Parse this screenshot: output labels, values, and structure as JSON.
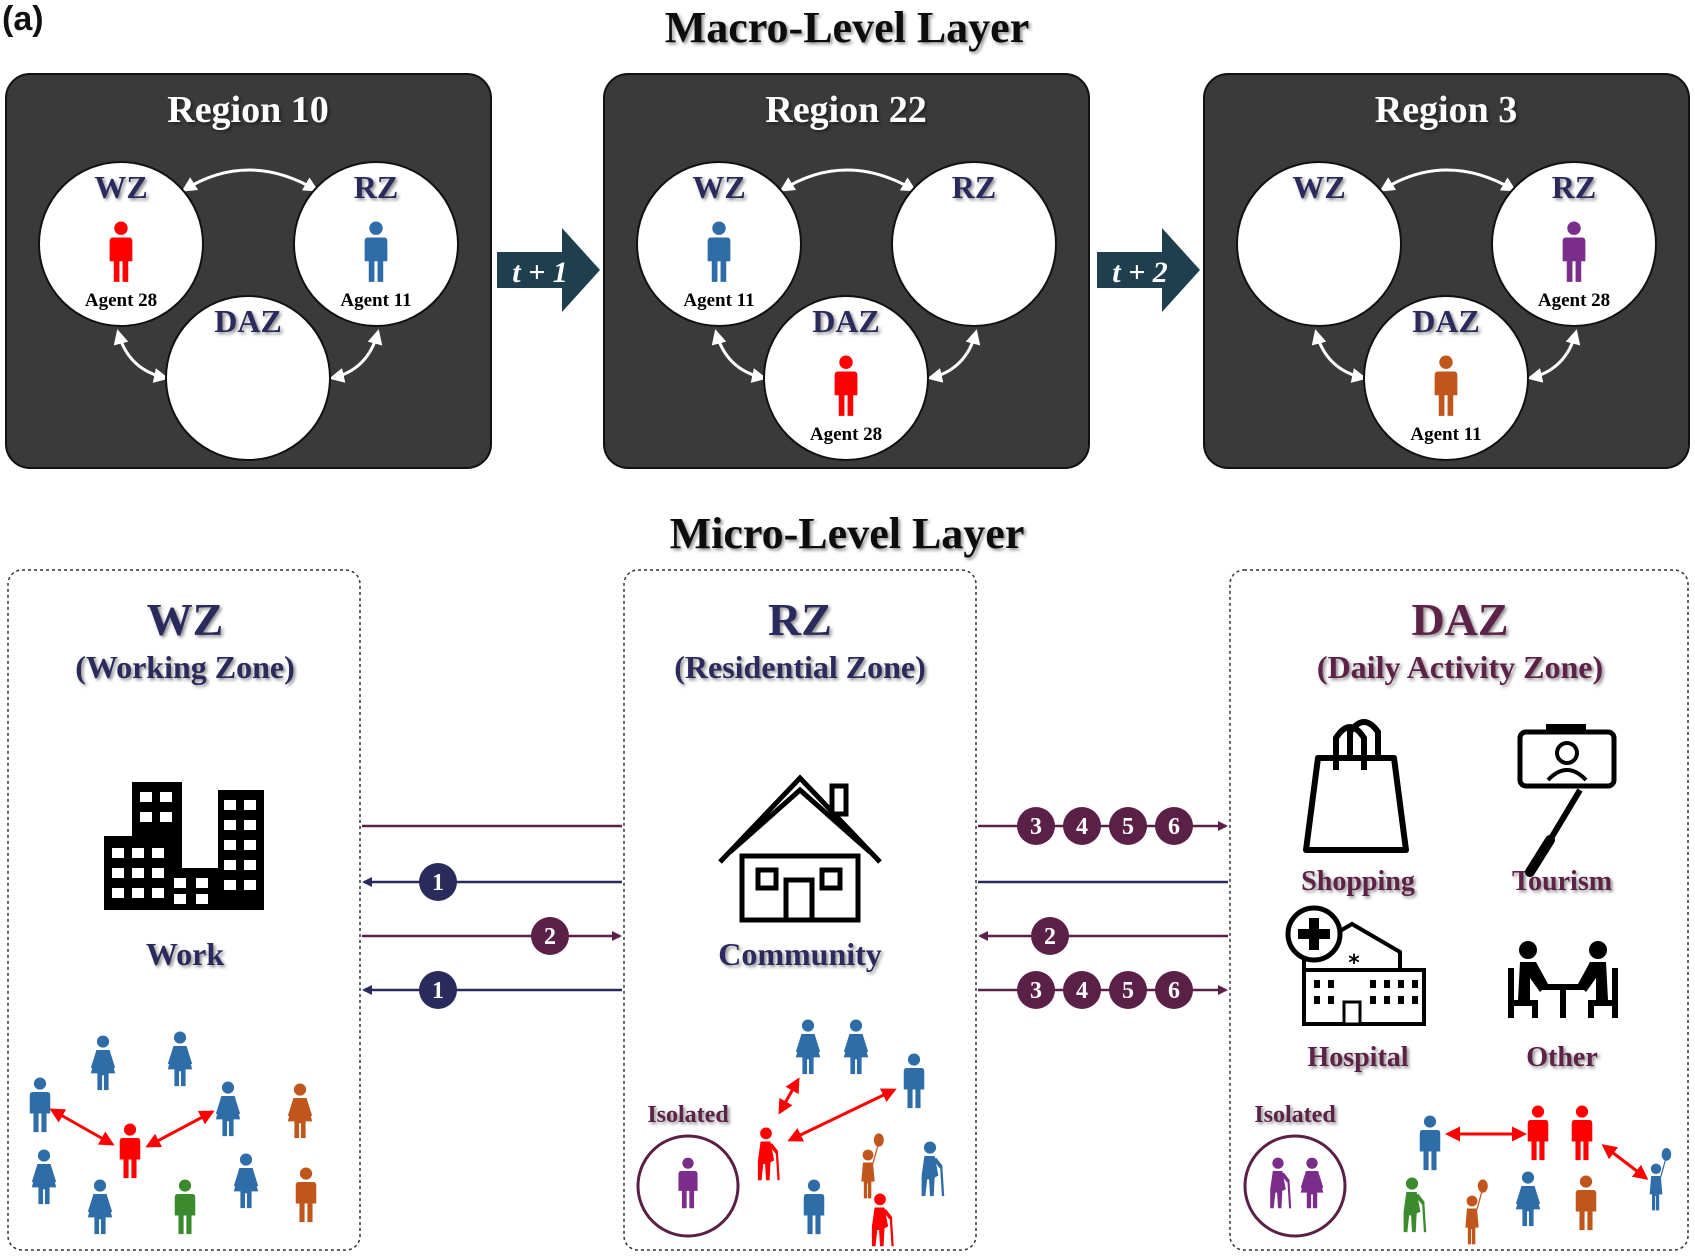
{
  "panel_label": "(a)",
  "macro": {
    "title": "Macro-Level Layer",
    "regions": [
      {
        "name": "Region 10",
        "wz_label": "WZ",
        "rz_label": "RZ",
        "daz_label": "DAZ",
        "wz_agent": {
          "label": "Agent 28",
          "color": "#FF0000"
        },
        "rz_agent": {
          "label": "Agent 11",
          "color": "#2F6DA8"
        },
        "daz_agent": null
      },
      {
        "name": "Region 22",
        "wz_label": "WZ",
        "rz_label": "RZ",
        "daz_label": "DAZ",
        "wz_agent": {
          "label": "Agent 11",
          "color": "#2F6DA8"
        },
        "rz_agent": null,
        "daz_agent": {
          "label": "Agent 28",
          "color": "#FF0000"
        }
      },
      {
        "name": "Region 3",
        "wz_label": "WZ",
        "rz_label": "RZ",
        "daz_label": "DAZ",
        "wz_agent": null,
        "rz_agent": {
          "label": "Agent 28",
          "color": "#7B2D8B"
        },
        "daz_agent": {
          "label": "Agent 11",
          "color": "#C0561B"
        }
      }
    ],
    "time_steps": [
      "t + 1",
      "t + 2"
    ]
  },
  "micro": {
    "title": "Micro-Level Layer",
    "wz": {
      "title": "WZ",
      "subtitle": "(Working Zone)",
      "activity": "Work"
    },
    "rz": {
      "title": "RZ",
      "subtitle": "(Residential Zone)",
      "activity": "Community",
      "isolated": "Isolated"
    },
    "daz": {
      "title": "DAZ",
      "subtitle": "(Daily Activity Zone)",
      "isolated": "Isolated",
      "activities": [
        "Shopping",
        "Tourism",
        "Hospital",
        "Other"
      ]
    },
    "left_links": [
      "1",
      "2",
      "1"
    ],
    "right_links": [
      [
        "3",
        "4",
        "5",
        "6"
      ],
      [
        "2"
      ],
      [
        "3",
        "4",
        "5",
        "6"
      ]
    ]
  },
  "colors": {
    "region_bg": "#3A3A3A",
    "wz_navy": "#2B2A5C",
    "daz_purple": "#5B2047",
    "blue": "#2F6DA8",
    "red": "#FF0000",
    "orange": "#C0561B",
    "green": "#3B8B2E",
    "purple": "#7B2D8B",
    "arrow_teal": "#1F3F4F"
  }
}
